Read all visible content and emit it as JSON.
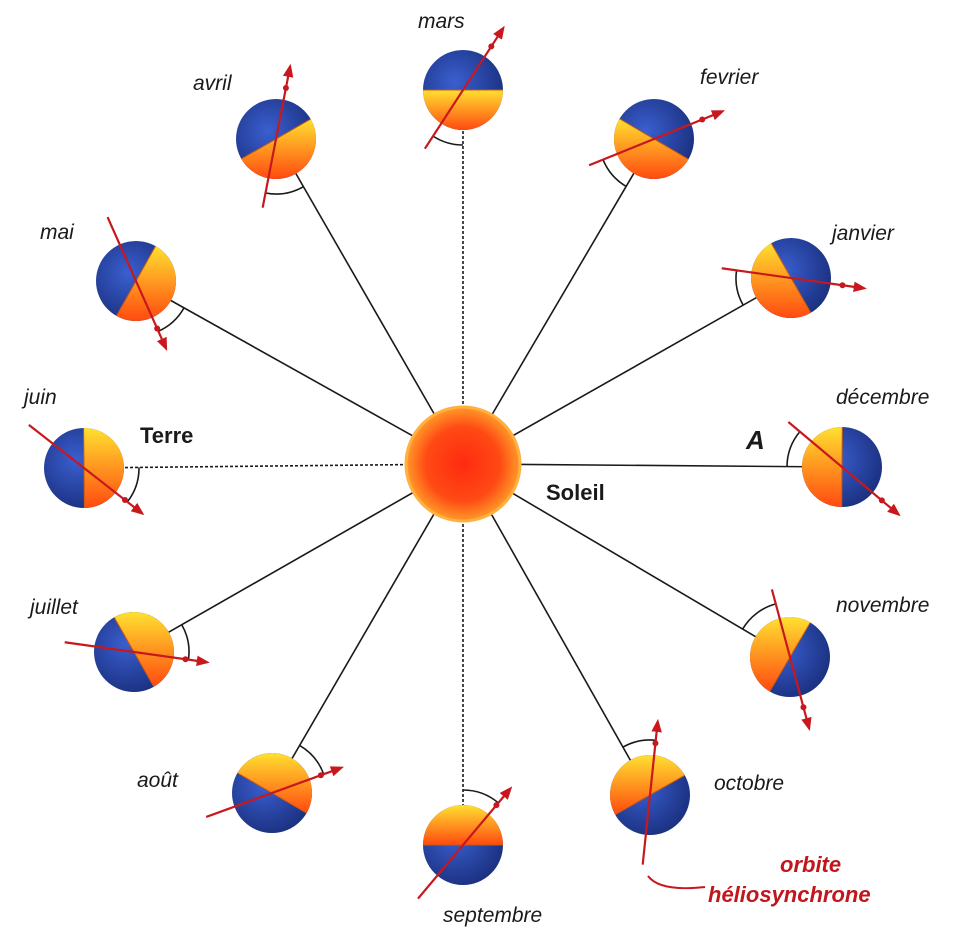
{
  "sun": {
    "label": "Soleil"
  },
  "earth_label": "Terre",
  "angle_label": "A",
  "orbit_label": {
    "line1": "orbite",
    "line2": "héliosynchrone"
  },
  "months": [
    {
      "name": "mars"
    },
    {
      "name": "fevrier"
    },
    {
      "name": "janvier"
    },
    {
      "name": "décembre"
    },
    {
      "name": "novembre"
    },
    {
      "name": "octobre"
    },
    {
      "name": "septembre"
    },
    {
      "name": "août"
    },
    {
      "name": "juillet"
    },
    {
      "name": "juin"
    },
    {
      "name": "mai"
    },
    {
      "name": "avril"
    }
  ],
  "colors": {
    "sun_core": "#ff3a12",
    "sun_edge": "#ff8a1e",
    "sun_outline": "#ffb040",
    "globe_blue": "#243e9a",
    "globe_day_top": "#ffd21e",
    "globe_day_bottom": "#ff5a10",
    "orbit_line": "#c8181e",
    "orbit_text": "#c0161c",
    "spoke": "#1a1a1a"
  }
}
